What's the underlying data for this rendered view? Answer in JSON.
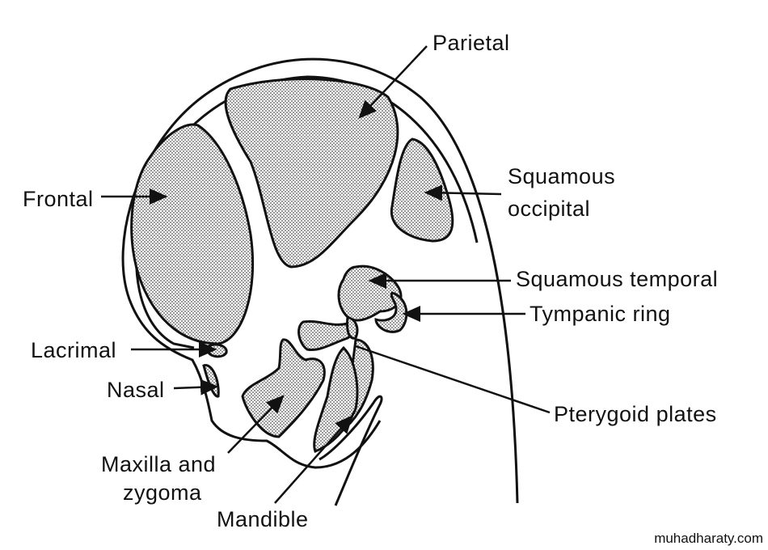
{
  "labels": {
    "parietal": "Parietal",
    "squamous_occipital_1": "Squamous",
    "squamous_occipital_2": "occipital",
    "frontal": "Frontal",
    "squamous_temporal": "Squamous temporal",
    "tympanic_ring": "Tympanic ring",
    "lacrimal": "Lacrimal",
    "nasal": "Nasal",
    "pterygoid_plates": "Pterygoid plates",
    "maxilla_1": "Maxilla and",
    "maxilla_2": "zygoma",
    "mandible": "Mandible"
  },
  "watermark": "muhadharaty.com",
  "colors": {
    "ink": "#111111",
    "stipple": "#555555"
  }
}
